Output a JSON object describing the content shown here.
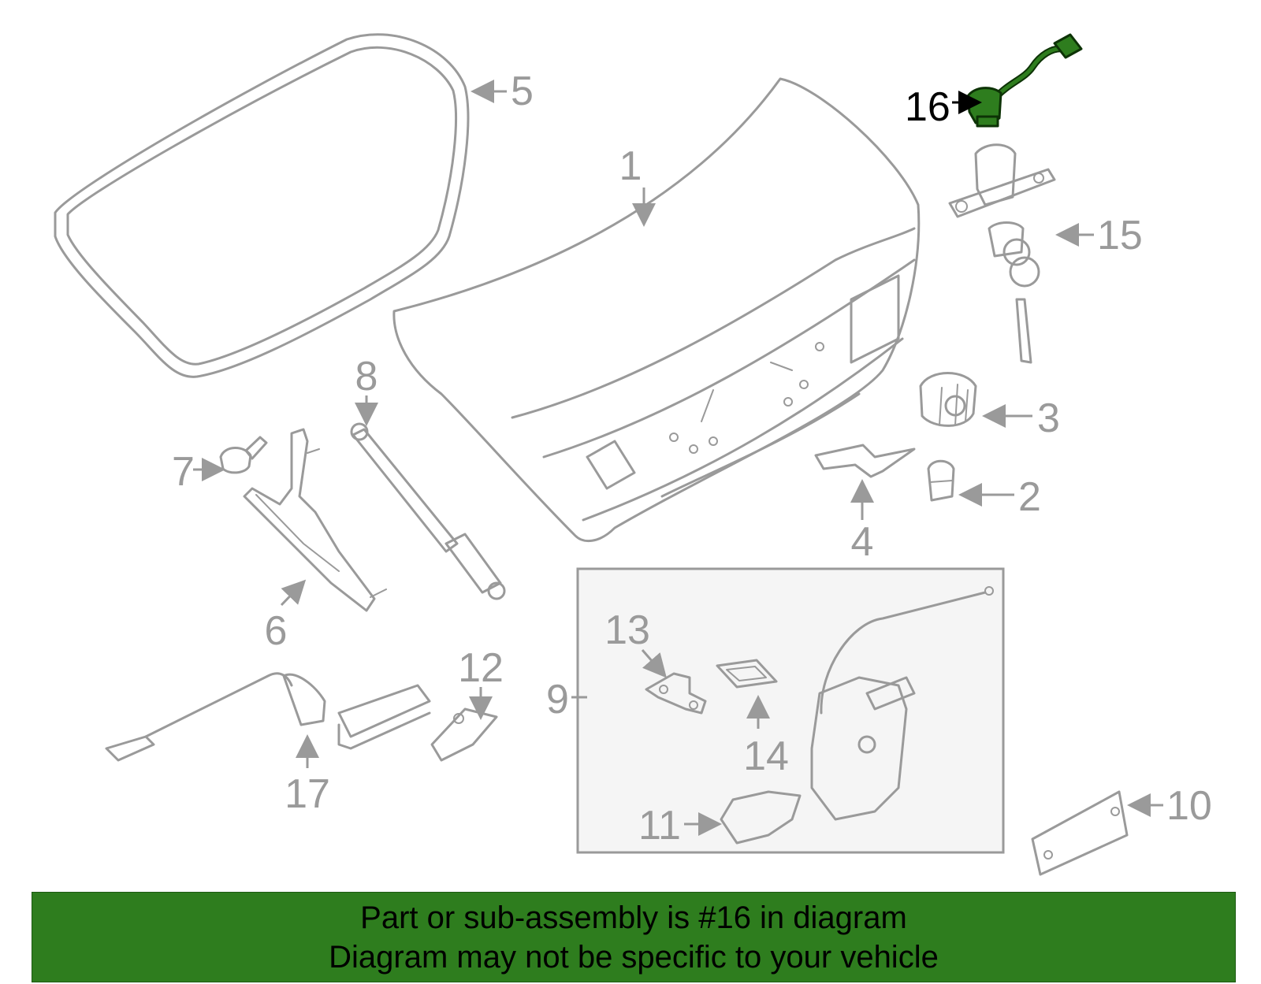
{
  "callouts": {
    "c1": "1",
    "c2": "2",
    "c3": "3",
    "c4": "4",
    "c5": "5",
    "c6": "6",
    "c7": "7",
    "c8": "8",
    "c9": "9",
    "c10": "10",
    "c11": "11",
    "c12": "12",
    "c13": "13",
    "c14": "14",
    "c15": "15",
    "c16": "16",
    "c17": "17"
  },
  "highlighted_part": "16",
  "colors": {
    "highlight": "#2e7d1e",
    "line_art": "#9a9a9a",
    "banner": "#2e7d1e"
  },
  "banner": {
    "line1": "Part or sub-assembly is #16 in diagram",
    "line2": "Diagram may not be specific to your vehicle"
  }
}
